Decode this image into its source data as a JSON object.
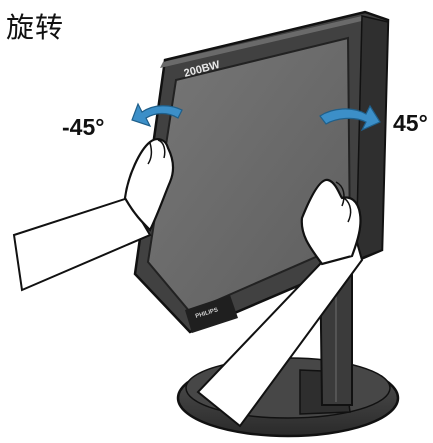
{
  "title": "旋转",
  "rotation": {
    "left_label": "-45°",
    "right_label": "45°"
  },
  "monitor": {
    "model_label": "200BW",
    "brand_label": "PHILIPS"
  },
  "colors": {
    "bezel": "#4a4a4a",
    "screen": "#6e6e6e",
    "arrow": "#3c8fc8",
    "stand": "#3a3a3a",
    "outline": "#111111"
  }
}
